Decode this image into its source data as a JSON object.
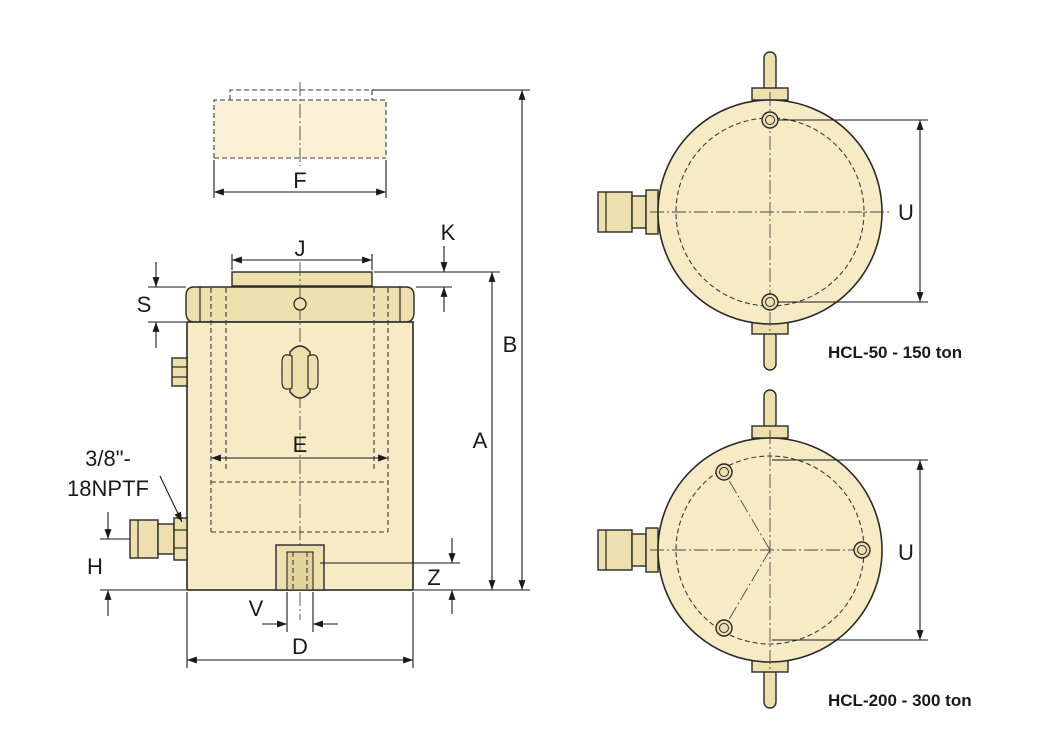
{
  "labels": {
    "A": "A",
    "B": "B",
    "D": "D",
    "E": "E",
    "F": "F",
    "H": "H",
    "J": "J",
    "K": "K",
    "S": "S",
    "U_top": "U",
    "U_bottom": "U",
    "V": "V",
    "Z": "Z",
    "port_line1": "3/8\"-",
    "port_line2": "18NPTF"
  },
  "captions": {
    "top_view": "HCL-50 - 150 ton",
    "bottom_view": "HCL-200 - 300 ton"
  }
}
